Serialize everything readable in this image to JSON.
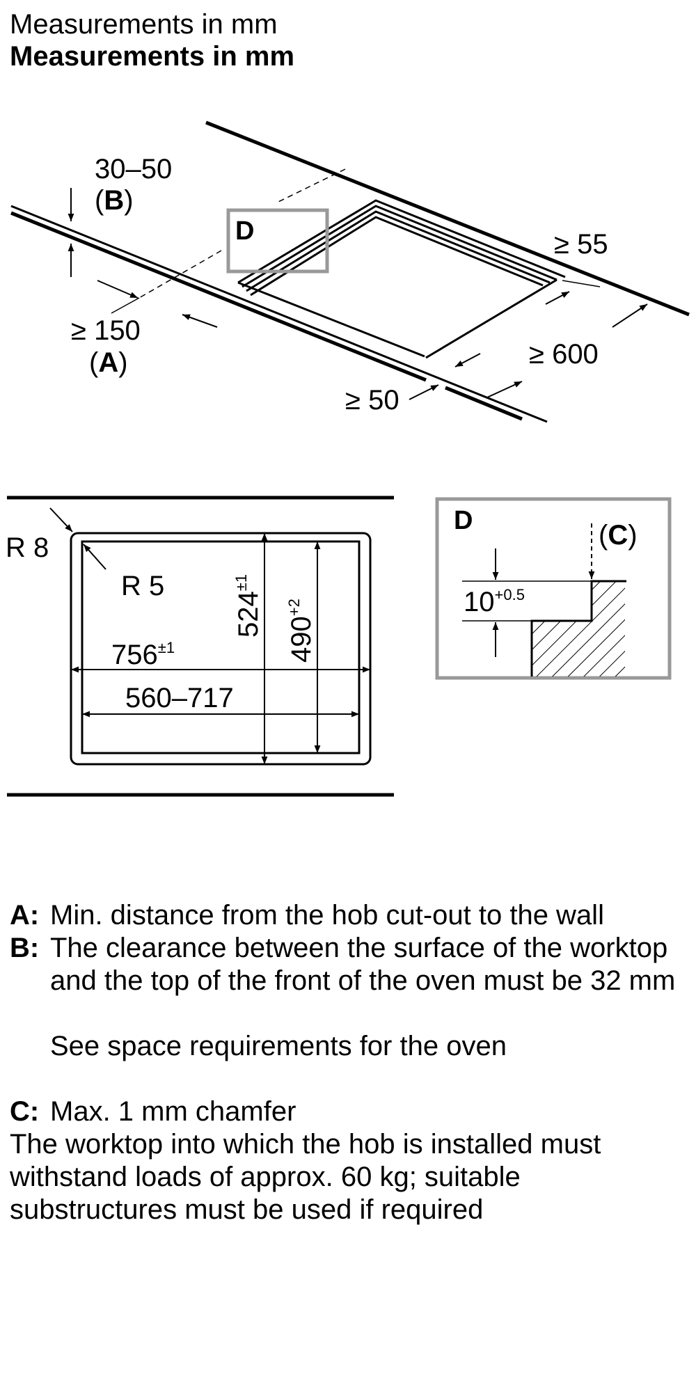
{
  "titles": {
    "regular": "Measurements in mm",
    "bold": "Measurements in mm"
  },
  "diagram_top": {
    "dim_b_value": "30–50",
    "dim_b_letter": "B",
    "dim_a_value": "≥ 150",
    "dim_a_letter": "A",
    "dim_front": "≥ 50",
    "dim_rear": "≥ 55",
    "dim_side": "≥ 600",
    "detail_marker": "D"
  },
  "diagram_cutout": {
    "outer_radius": "R 8",
    "inner_radius": "R 5",
    "width_total": "756",
    "width_total_tol": "±1",
    "width_cutout": "560–717",
    "depth_total": "524",
    "depth_total_tol": "±1",
    "depth_cutout": "490",
    "depth_cutout_tol": "+2"
  },
  "diagram_detail": {
    "marker": "D",
    "chamfer_ref": "C",
    "rebate_depth": "10",
    "rebate_tol": "+0.5"
  },
  "notes": {
    "a_key": "A:",
    "a_text": "Min. distance from the hob cut-out to the wall",
    "b_key": "B:",
    "b_text": "The clearance between the surface of the worktop and the top of the front of the oven must be 32 mm",
    "b_sub": "See space requirements for the oven",
    "c_key": "C:",
    "c_text": "Max. 1 mm chamfer",
    "general": "The worktop into which the hob is installed must withstand loads of approx. 60 kg; suitable substructures must be used if required"
  }
}
